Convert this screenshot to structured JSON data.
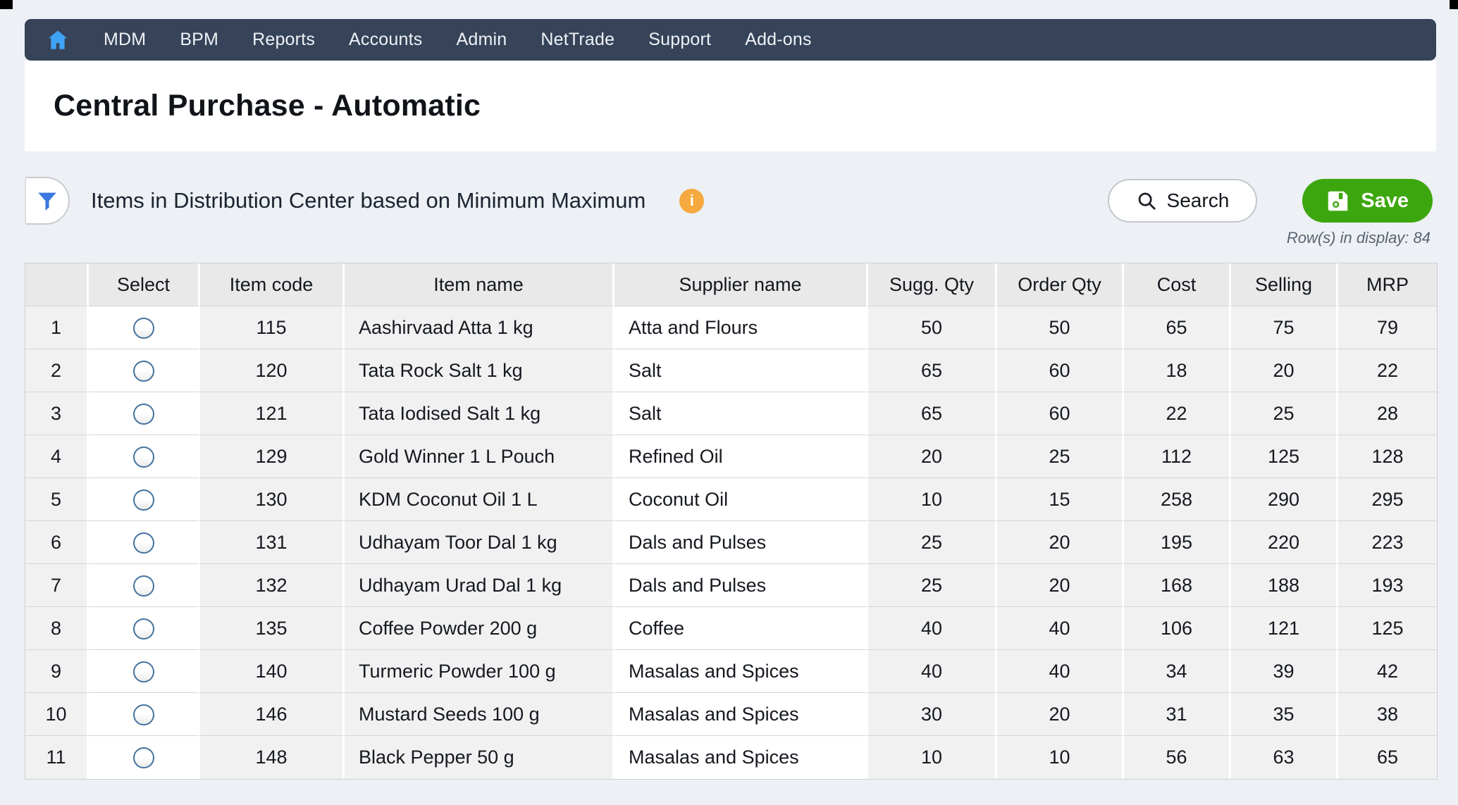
{
  "colors": {
    "page_bg": "#edf0f4",
    "nav_bg": "#364358",
    "home_icon_blue": "#3fa2f4",
    "funnel_blue": "#3b78e0",
    "info_orange": "#f5a93e",
    "save_green": "#3ca60e",
    "header_cell_bg": "#e9e9ea",
    "gray_cell_bg": "#f1f1f2",
    "radio_border": "#44739e"
  },
  "nav": {
    "home_icon": "home-icon",
    "items": [
      {
        "label": "MDM"
      },
      {
        "label": "BPM"
      },
      {
        "label": "Reports"
      },
      {
        "label": "Accounts"
      },
      {
        "label": "Admin"
      },
      {
        "label": "NetTrade"
      },
      {
        "label": "Support"
      },
      {
        "label": "Add-ons"
      }
    ]
  },
  "header": {
    "title": "Central Purchase - Automatic"
  },
  "filter": {
    "funnel_icon": "filter-funnel-icon",
    "heading": "Items in Distribution Center based on Minimum Maximum",
    "info_icon_glyph": "i"
  },
  "actions": {
    "search_label": "Search",
    "search_icon": "search-icon",
    "save_label": "Save",
    "save_icon": "floppy-disk-icon"
  },
  "status": {
    "rows_in_display": "Row(s) in display: 84"
  },
  "table": {
    "columns": [
      "",
      "Select",
      "Item code",
      "Item name",
      "Supplier name",
      "Sugg. Qty",
      "Order Qty",
      "Cost",
      "Selling",
      "MRP"
    ],
    "rows": [
      {
        "index": "1",
        "item_code": "115",
        "item_name": "Aashirvaad Atta 1 kg",
        "supplier_name": "Atta and Flours",
        "sugg_qty": "50",
        "order_qty": "50",
        "cost": "65",
        "selling": "75",
        "mrp": "79"
      },
      {
        "index": "2",
        "item_code": "120",
        "item_name": "Tata Rock Salt 1 kg",
        "supplier_name": "Salt",
        "sugg_qty": "65",
        "order_qty": "60",
        "cost": "18",
        "selling": "20",
        "mrp": "22"
      },
      {
        "index": "3",
        "item_code": "121",
        "item_name": "Tata Iodised Salt 1 kg",
        "supplier_name": "Salt",
        "sugg_qty": "65",
        "order_qty": "60",
        "cost": "22",
        "selling": "25",
        "mrp": "28"
      },
      {
        "index": "4",
        "item_code": "129",
        "item_name": "Gold Winner 1 L Pouch",
        "supplier_name": "Refined Oil",
        "sugg_qty": "20",
        "order_qty": "25",
        "cost": "112",
        "selling": "125",
        "mrp": "128"
      },
      {
        "index": "5",
        "item_code": "130",
        "item_name": "KDM Coconut Oil 1 L",
        "supplier_name": "Coconut Oil",
        "sugg_qty": "10",
        "order_qty": "15",
        "cost": "258",
        "selling": "290",
        "mrp": "295"
      },
      {
        "index": "6",
        "item_code": "131",
        "item_name": "Udhayam Toor Dal 1 kg",
        "supplier_name": "Dals and Pulses",
        "sugg_qty": "25",
        "order_qty": "20",
        "cost": "195",
        "selling": "220",
        "mrp": "223"
      },
      {
        "index": "7",
        "item_code": "132",
        "item_name": "Udhayam Urad Dal 1 kg",
        "supplier_name": "Dals and Pulses",
        "sugg_qty": "25",
        "order_qty": "20",
        "cost": "168",
        "selling": "188",
        "mrp": "193"
      },
      {
        "index": "8",
        "item_code": "135",
        "item_name": "Coffee Powder 200 g",
        "supplier_name": "Coffee",
        "sugg_qty": "40",
        "order_qty": "40",
        "cost": "106",
        "selling": "121",
        "mrp": "125"
      },
      {
        "index": "9",
        "item_code": "140",
        "item_name": "Turmeric Powder 100 g",
        "supplier_name": "Masalas and Spices",
        "sugg_qty": "40",
        "order_qty": "40",
        "cost": "34",
        "selling": "39",
        "mrp": "42"
      },
      {
        "index": "10",
        "item_code": "146",
        "item_name": "Mustard Seeds 100 g",
        "supplier_name": "Masalas and Spices",
        "sugg_qty": "30",
        "order_qty": "20",
        "cost": "31",
        "selling": "35",
        "mrp": "38"
      },
      {
        "index": "11",
        "item_code": "148",
        "item_name": "Black Pepper 50 g",
        "supplier_name": "Masalas and Spices",
        "sugg_qty": "10",
        "order_qty": "10",
        "cost": "56",
        "selling": "63",
        "mrp": "65"
      }
    ]
  }
}
